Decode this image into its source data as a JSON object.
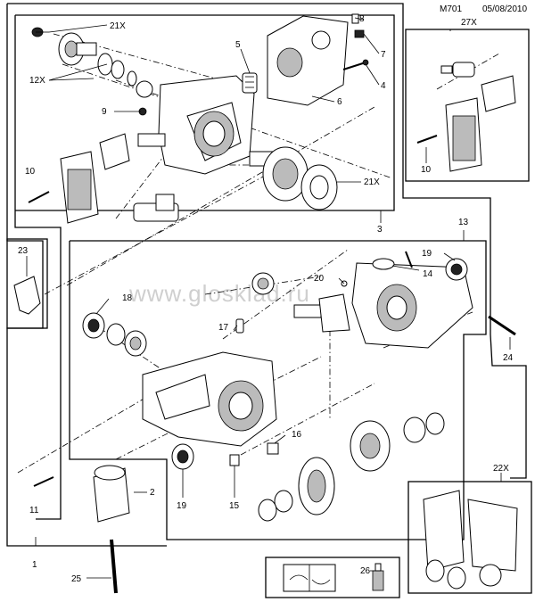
{
  "header": {
    "code": "M701",
    "date": "05/08/2010"
  },
  "watermark": "www.glosklad.ru",
  "callouts": {
    "c1": "1",
    "c2": "2",
    "c3": "3",
    "c4": "4",
    "c5": "5",
    "c6": "6",
    "c7": "7",
    "c8": "8",
    "c9": "9",
    "c10a": "10",
    "c10b": "10",
    "c11": "11",
    "c12x": "12X",
    "c13": "13",
    "c14": "14",
    "c15": "15",
    "c16": "16",
    "c17": "17",
    "c18": "18",
    "c19a": "19",
    "c19b": "19",
    "c20": "20",
    "c21xa": "21X",
    "c21xb": "21X",
    "c22x": "22X",
    "c23": "23",
    "c24": "24",
    "c25": "25",
    "c26": "26",
    "c27x": "27X"
  }
}
